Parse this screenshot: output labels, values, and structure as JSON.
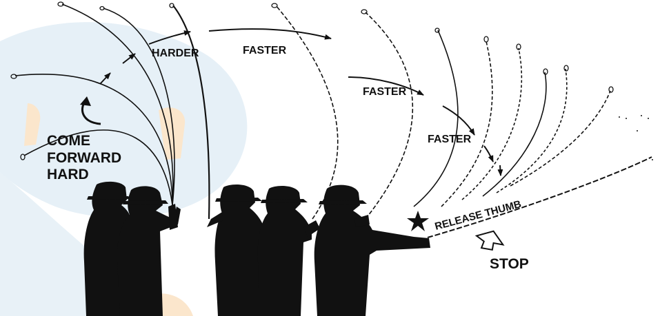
{
  "diagram": {
    "labels": {
      "come_forward": [
        "COME",
        "FORWARD",
        "HARD"
      ],
      "harder": "HARDER",
      "faster_1": "FASTER",
      "faster_2": "FASTER",
      "faster_3": "FASTER",
      "release_thumb": "RELEASE THUMB",
      "stop": "STOP"
    },
    "colors": {
      "ink": "#111111",
      "watermark_blue": "#dcebf5",
      "watermark_orange": "#fbe3c8"
    },
    "icons": [
      "curved-arrow-icon",
      "star-icon",
      "hollow-up-arrow-icon"
    ]
  }
}
